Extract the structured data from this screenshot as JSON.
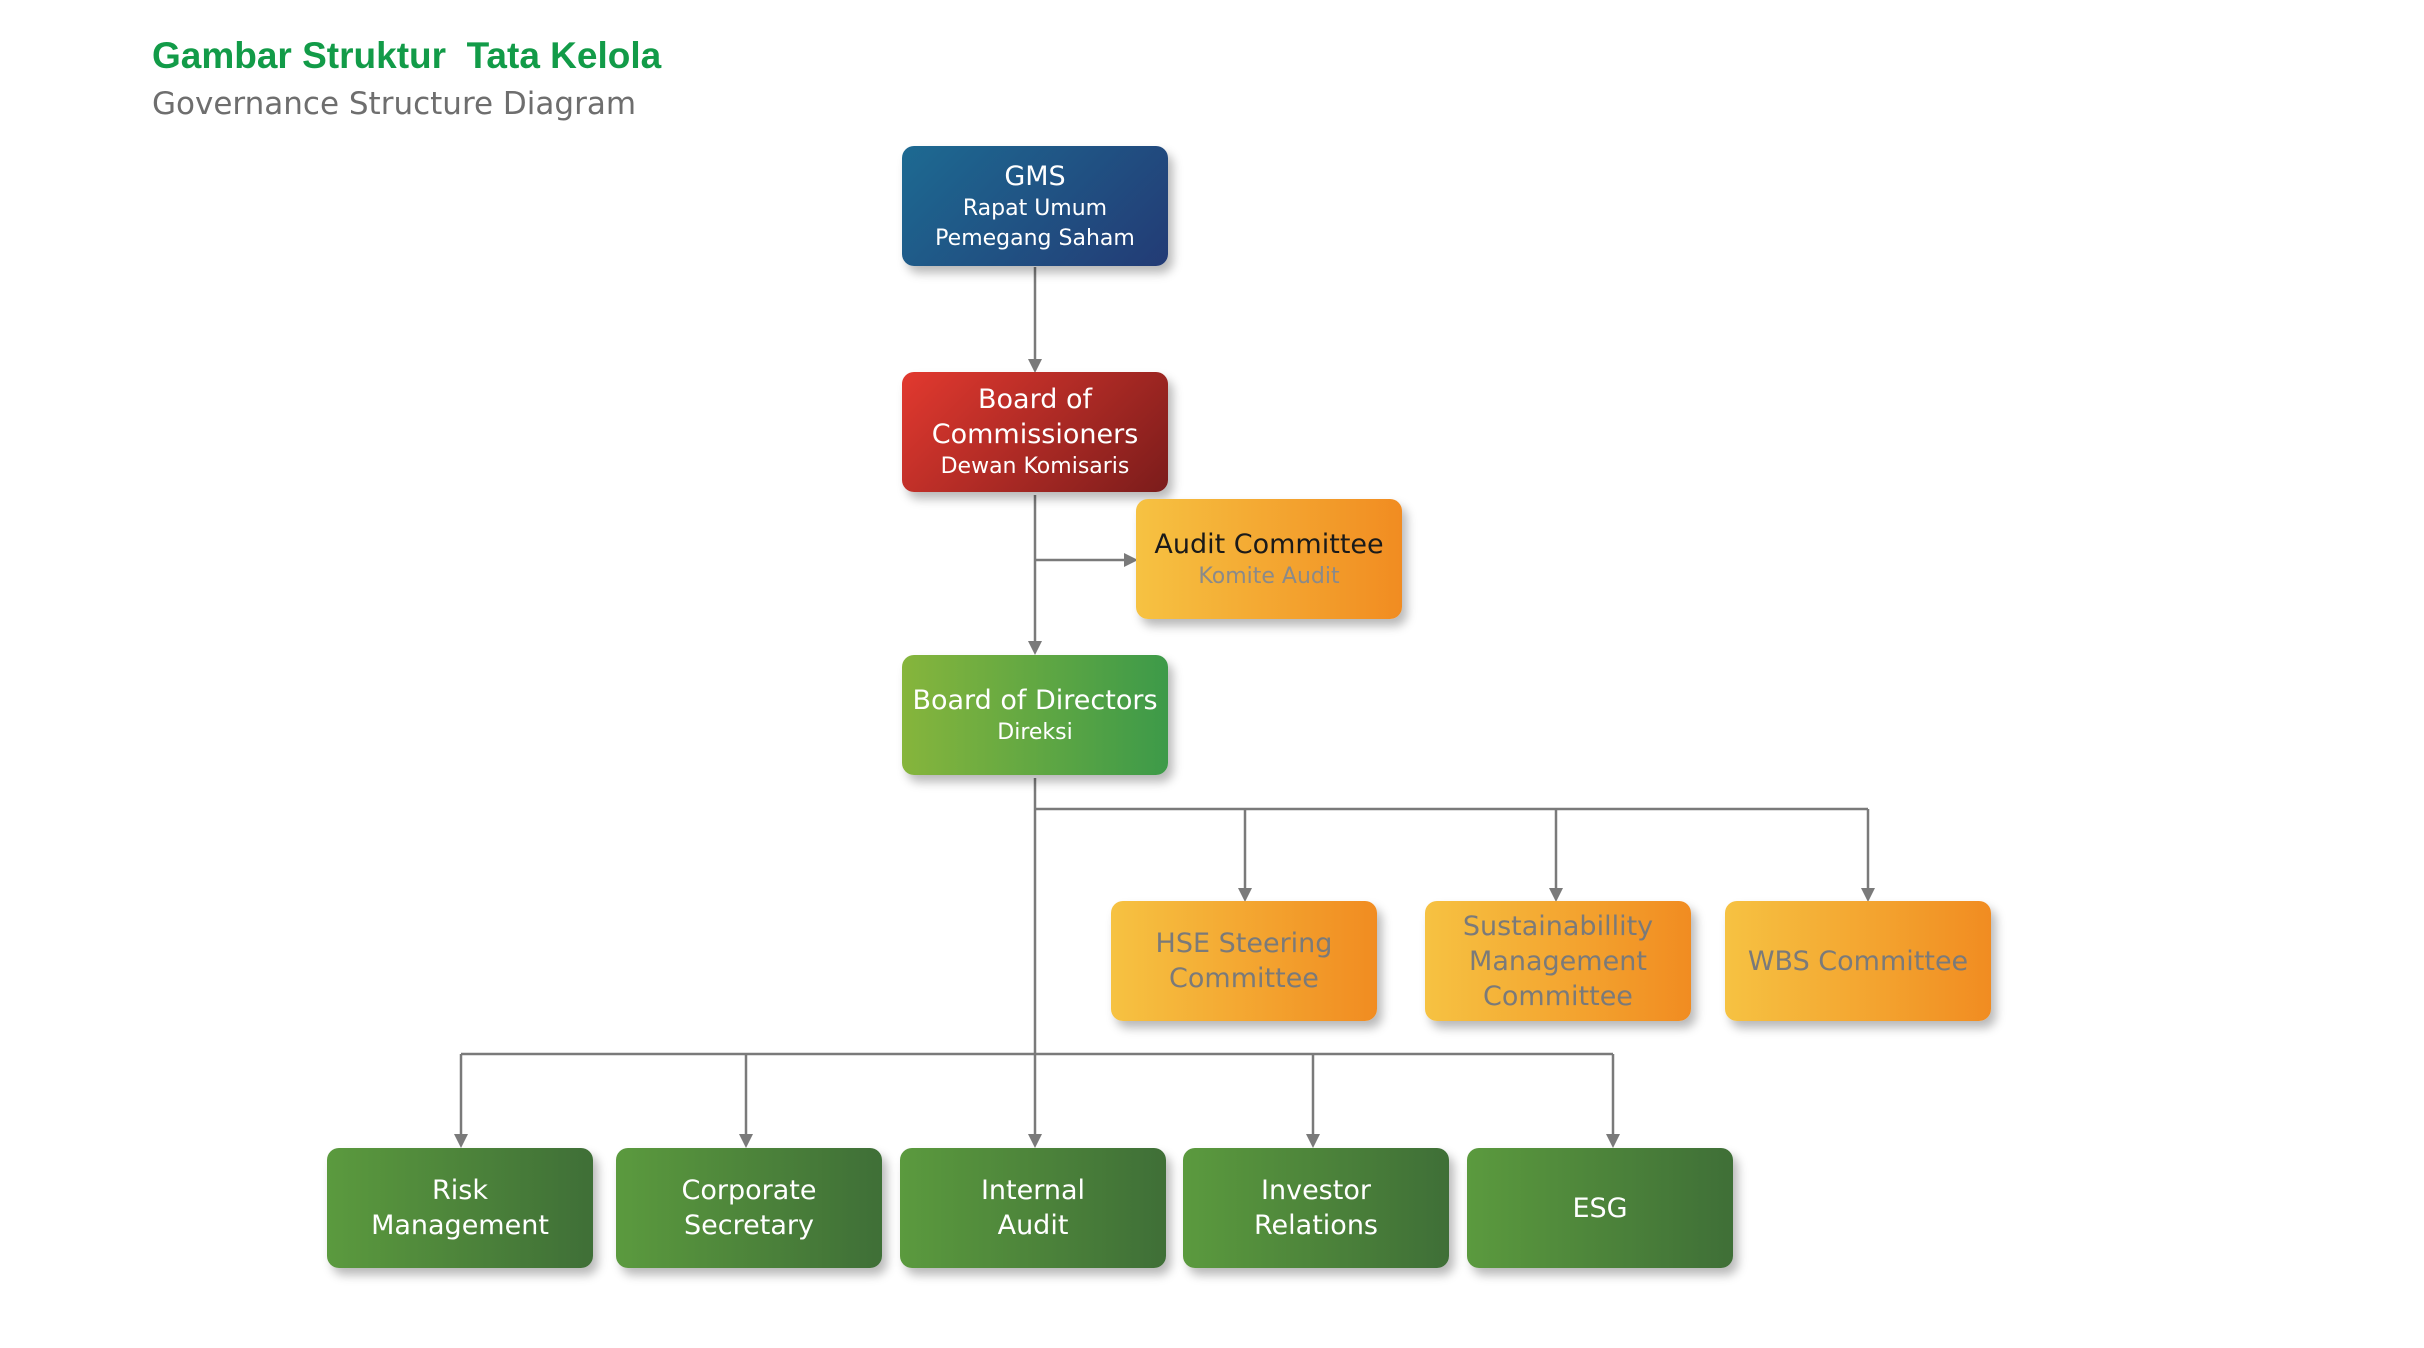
{
  "header": {
    "title": "Gambar Struktur  Tata Kelola",
    "subtitle": "Governance Structure Diagram"
  },
  "nodes": {
    "gms": {
      "title": "GMS",
      "sub1": "Rapat Umum",
      "sub2": "Pemegang Saham"
    },
    "boc": {
      "title": "Board of\nCommissioners",
      "sub": "Dewan Komisaris"
    },
    "audit_committee": {
      "title": "Audit Committee",
      "sub": "Komite Audit"
    },
    "bod": {
      "title": "Board of Directors",
      "sub": "Direksi"
    },
    "hse": {
      "title": "HSE Steering\nCommittee"
    },
    "sustainability": {
      "title": "Sustainabillity\nManagement\nCommittee"
    },
    "wbs": {
      "title": "WBS Committee"
    },
    "risk": {
      "title": "Risk\nManagement"
    },
    "corsec": {
      "title": "Corporate\nSecretary"
    },
    "internal_audit": {
      "title": "Internal\nAudit"
    },
    "investor_relations": {
      "title": "Investor\nRelations"
    },
    "esg": {
      "title": "ESG"
    }
  },
  "colors": {
    "title_green": "#129b48",
    "subtitle_gray": "#6e6e6e",
    "connector": "#7a7a7a"
  }
}
